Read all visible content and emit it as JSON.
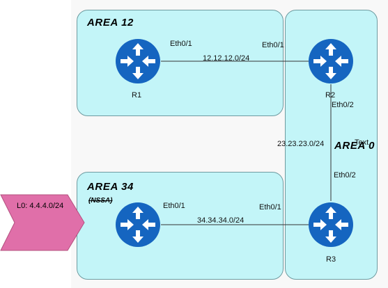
{
  "areas": {
    "area12": {
      "title": "AREA 12"
    },
    "area34": {
      "title": "AREA 34",
      "note": "(NSSA)"
    },
    "area0": {
      "title": "AREA 0"
    }
  },
  "routers": {
    "r1": {
      "name": "R1"
    },
    "r2": {
      "name": "R2"
    },
    "r3": {
      "name": "R3"
    }
  },
  "links": {
    "r1_r2": {
      "subnet": "12.12.12.0/24",
      "r1_if": "Eth0/1",
      "r2_if": "Eth0/1"
    },
    "r2_r3": {
      "subnet": "23.23.23.0/24",
      "r2_if": "Eth0/2",
      "r3_if": "Eth0/2"
    },
    "r4_r3": {
      "subnet": "34.34.34.0/24",
      "r4_if": "Eth0/1",
      "r3_if": "Eth0/1"
    }
  },
  "loopback": {
    "label": "L0: 4.4.4.0/24"
  },
  "stray_text": "Text",
  "colors": {
    "area_fill": "#c3f5f8",
    "router_fill": "#1565c0",
    "loopback_fill": "#e06fa9"
  }
}
